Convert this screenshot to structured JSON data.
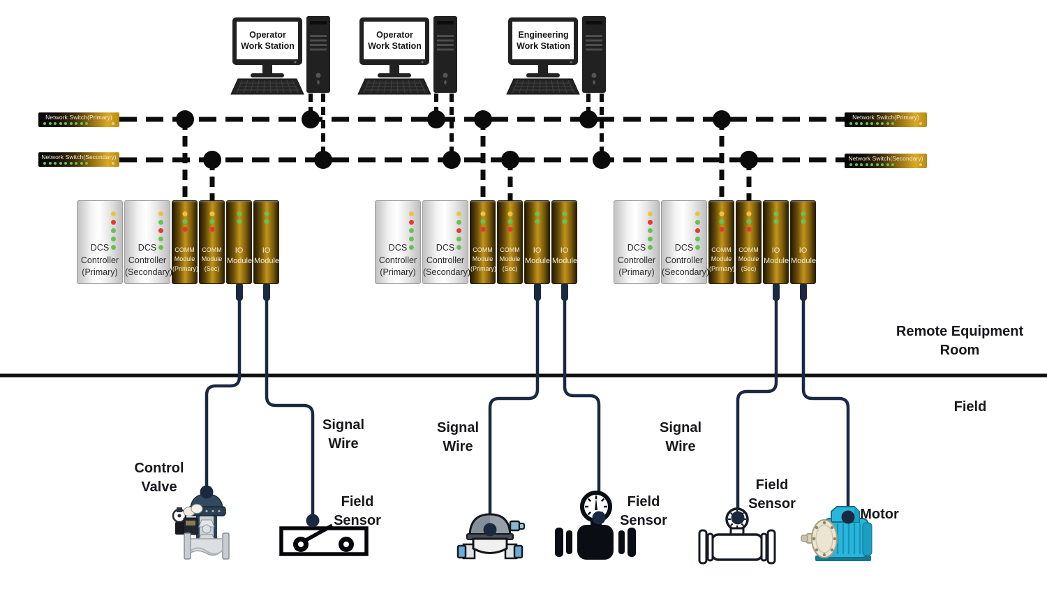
{
  "diagram": {
    "title_hint": "DCS architecture diagram",
    "workstations": [
      {
        "line1": "Operator",
        "line2": "Work Station"
      },
      {
        "line1": "Operator",
        "line2": "Work Station"
      },
      {
        "line1": "Engineering",
        "line2": "Work Station"
      }
    ],
    "switches": [
      {
        "label": "Network Switch(Primary)"
      },
      {
        "label": "Network Switch(Secondary)"
      },
      {
        "label": "Network Switch(Primary)"
      },
      {
        "label": "Network Switch(Secondary)"
      }
    ],
    "switch_leds": [
      "g",
      "g",
      "g",
      "g",
      "g",
      "g",
      "g",
      "g",
      "g",
      "a"
    ],
    "rack": {
      "dcs_primary": {
        "line1": "DCS",
        "line2": "Controller",
        "line3": "(Primary)"
      },
      "dcs_secondary": {
        "line1": "DCS",
        "line2": "Controller",
        "line3": "(Secondary)"
      },
      "comm_primary": {
        "line1": "COMM",
        "line2": "Module",
        "line3": "(Primary)"
      },
      "comm_sec": {
        "line1": "COMM",
        "line2": "Module",
        "line3": "(Sec)"
      },
      "io": {
        "line1": "IO",
        "line2": "Module"
      },
      "leds": {
        "dcs_primary": [
          "y",
          "r",
          "g",
          "g",
          "g"
        ],
        "dcs_secondary": [
          "y",
          "g",
          "r",
          "g",
          "g"
        ],
        "comm": [
          "y",
          "g",
          "r"
        ],
        "io": [
          "g",
          "g"
        ]
      }
    },
    "labels": {
      "signal_wire": {
        "line1": "Signal",
        "line2": "Wire"
      },
      "field_sensor": {
        "line1": "Field",
        "line2": "Sensor"
      },
      "control_valve": {
        "line1": "Control",
        "line2": "Valve"
      },
      "motor": "Motor",
      "zone_upper": {
        "line1": "Remote Equipment",
        "line2": "Room"
      },
      "zone_lower": "Field"
    },
    "colors": {
      "y": "#ecc43d",
      "g": "#68c24f",
      "r": "#e23b2e",
      "a": "#e9d26a",
      "wire": "#1b2940",
      "bus": "#0b0b0b",
      "switch_gold": "#c5931b",
      "module_gold": "#b8860b"
    }
  }
}
